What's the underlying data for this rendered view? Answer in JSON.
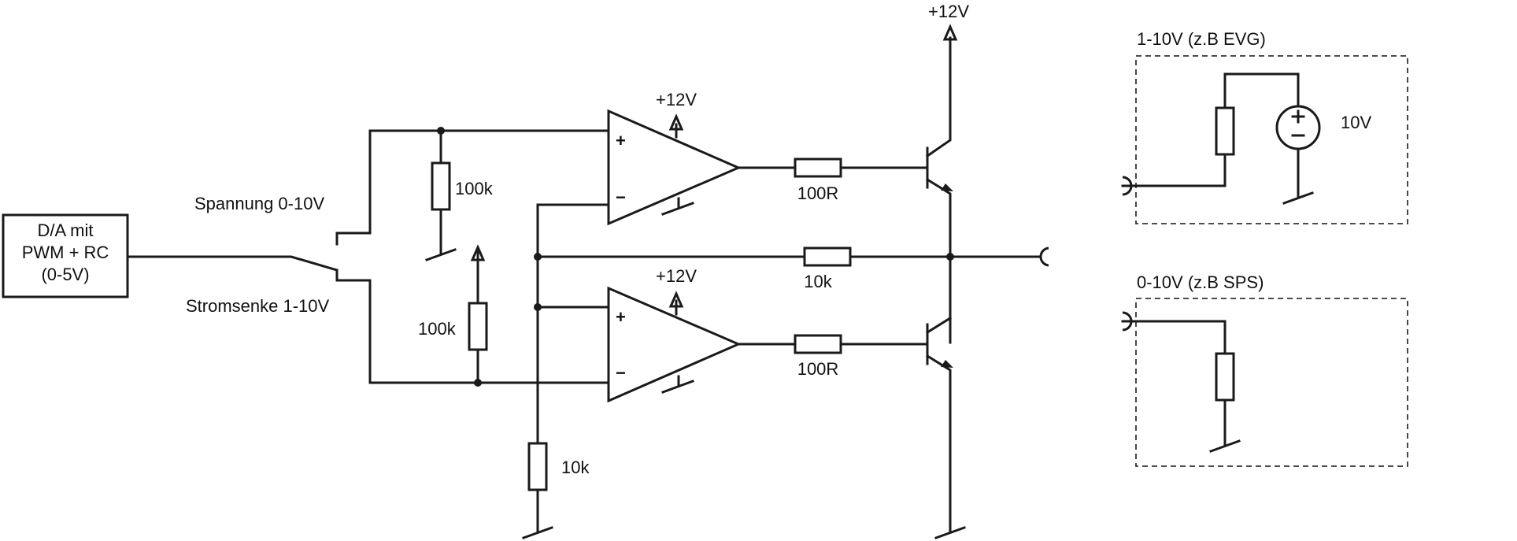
{
  "source_block": {
    "line1": "D/A mit",
    "line2": "PWM + RC",
    "line3": "(0-5V)"
  },
  "switch": {
    "upper_label": "Spannung 0-10V",
    "lower_label": "Stromsenke 1-10V"
  },
  "resistors": {
    "r_upper_100k": "100k",
    "r_lower_100k": "100k",
    "r_bottom_10k": "10k",
    "r_mid_10k": "10k",
    "r_upper_100r": "100R",
    "r_lower_100r": "100R",
    "opamp_plus_sign": "+",
    "opamp_minus_sign": "−"
  },
  "supplies": {
    "upper_opamp": "+12V",
    "lower_opamp": "+12V",
    "transistor": "+12V"
  },
  "loads": {
    "evg_title": "1-10V (z.B EVG)",
    "evg_source": "10V",
    "sps_title": "0-10V (z.B SPS)"
  }
}
